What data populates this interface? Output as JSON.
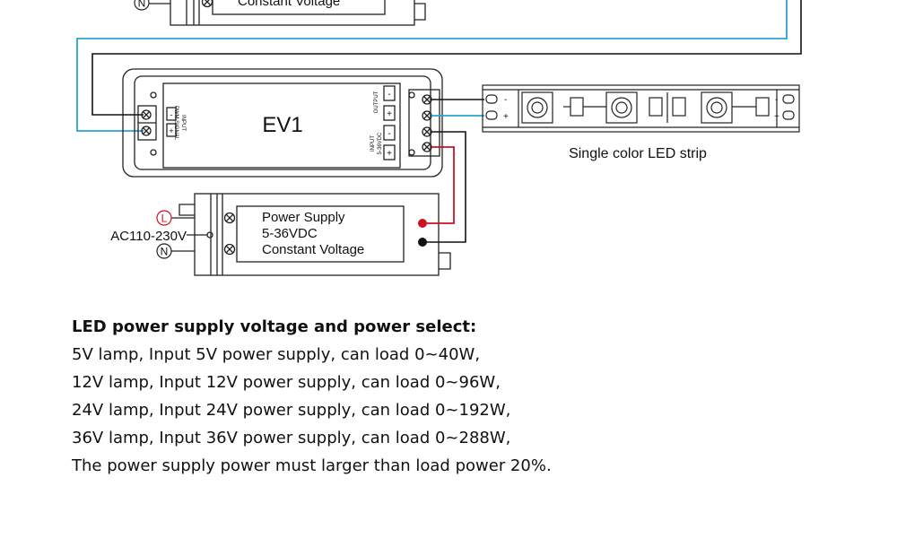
{
  "diagram": {
    "top_psu": {
      "n_label": "N",
      "voltage_label": "Constant Voltage"
    },
    "controller": {
      "name": "EV1",
      "input_label": "INPUT",
      "pwm_label": "PWM SIGNAL",
      "output_label": "OUTPUT",
      "input_power_label": "INPUT",
      "input_voltage_label": "5-36VDC",
      "minus": "-",
      "plus": "+"
    },
    "led_strip": {
      "caption": "Single color LED strip",
      "minus": "-",
      "plus": "+"
    },
    "power_supply": {
      "line1": "Power Supply",
      "line2": "5-36VDC",
      "line3": "Constant Voltage",
      "ac_label": "AC110-230V",
      "l_label": "L",
      "n_label": "N"
    },
    "colors": {
      "blue_wire": "#29a3d6",
      "red_wire": "#cc1122",
      "black_wire": "#111111",
      "outline": "#222222"
    }
  },
  "notes": {
    "title": "LED power supply voltage and power select:",
    "lines": [
      "5V lamp, Input 5V power supply, can load 0~40W,",
      "12V lamp, Input 12V power supply, can load 0~96W,",
      "24V lamp, Input 24V power supply, can load 0~192W,",
      "36V lamp, Input 36V power supply, can load 0~288W,",
      "The power supply power must larger than load power 20%."
    ]
  }
}
